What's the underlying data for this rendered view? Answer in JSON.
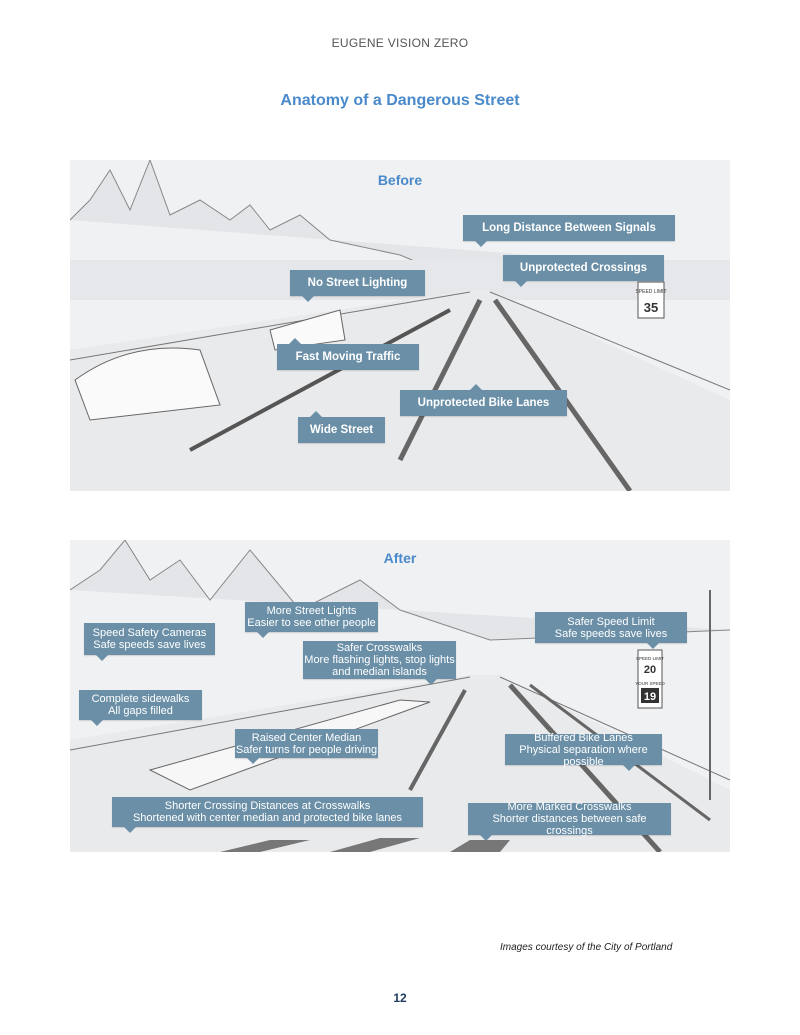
{
  "header": "EUGENE VISION ZERO",
  "title": "Anatomy of a Dangerous Street",
  "before": {
    "label": "Before",
    "callouts": [
      "Long Distance Between Signals",
      "Unprotected Crossings",
      "No Street Lighting",
      "Fast Moving Traffic",
      "Unprotected Bike Lanes",
      "Wide Street"
    ],
    "sign": {
      "top": "SPEED LIMIT",
      "value": "35"
    }
  },
  "after": {
    "label": "After",
    "callouts": [
      {
        "title": "Speed Safety Cameras",
        "sub": "Safe speeds save lives"
      },
      {
        "title": "More Street Lights",
        "sub": "Easier to see other people"
      },
      {
        "title": "Safer Crosswalks",
        "sub": "More flashing lights, stop lights and median islands"
      },
      {
        "title": "Complete sidewalks",
        "sub": "All gaps filled"
      },
      {
        "title": "Raised Center Median",
        "sub": "Safer turns for people driving"
      },
      {
        "title": "Shorter Crossing Distances at Crosswalks",
        "sub": "Shortened with center median and protected bike lanes"
      },
      {
        "title": "Safer Speed Limit",
        "sub": "Safe speeds save lives"
      },
      {
        "title": "Buffered Bike Lanes",
        "sub": "Physical separation where possible"
      },
      {
        "title": "More Marked Crosswalks",
        "sub": "Shorter distances between safe crossings"
      }
    ],
    "sign": {
      "top": "SPEED LIMIT",
      "value": "20",
      "your": "YOUR SPEED",
      "your_value": "19"
    }
  },
  "credit": "Images courtesy of the City of Portland",
  "page_number": "12",
  "colors": {
    "callout": "#6a8fa7",
    "accent": "#4a8acb"
  }
}
